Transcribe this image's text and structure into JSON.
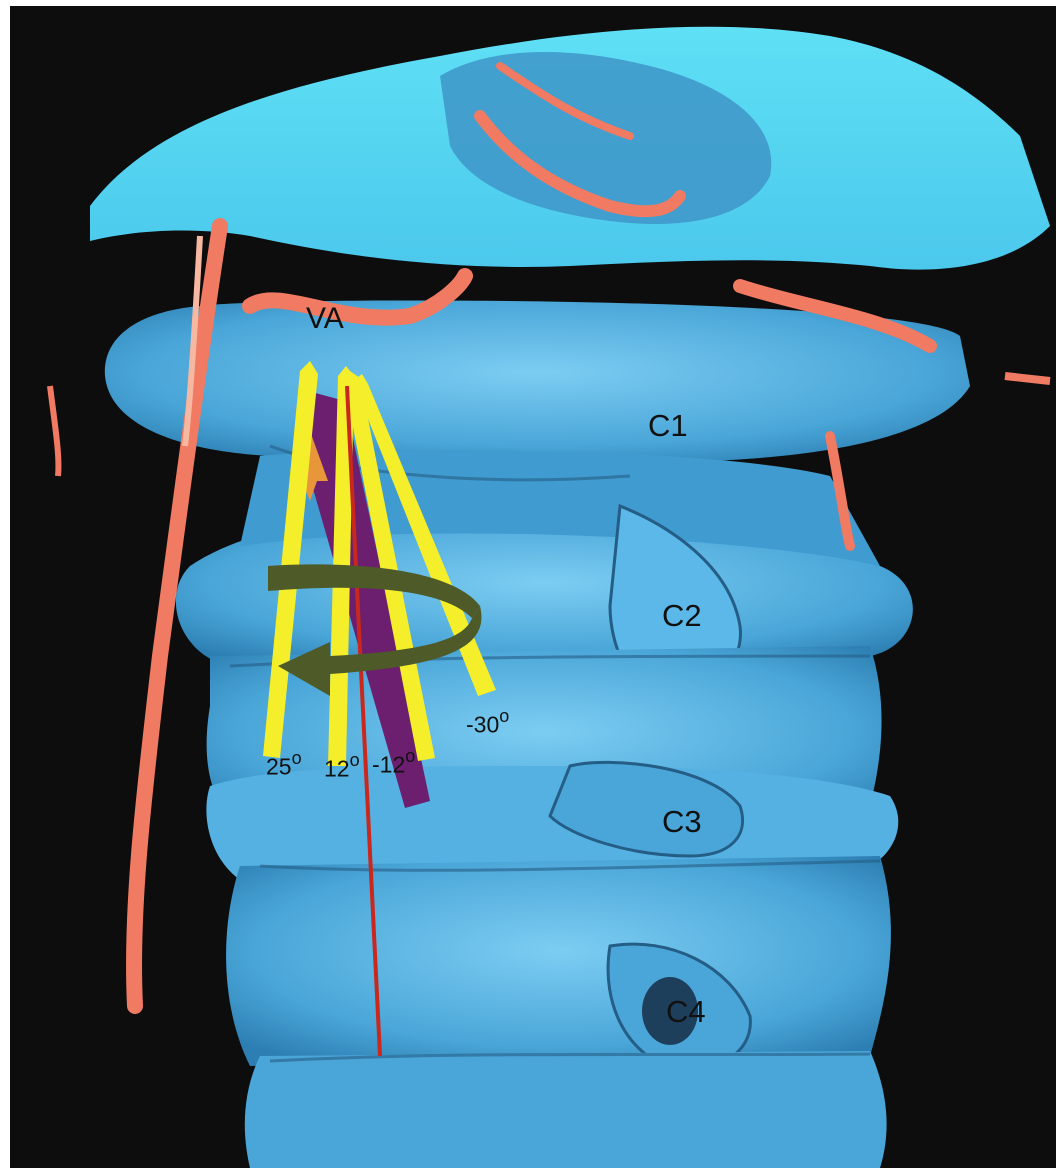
{
  "image": {
    "subject": "3D CT angiography rendering of the upper cervical spine, anterior view",
    "colors": {
      "background": "#0d0d0e",
      "bone": "#5bb8e8",
      "vessel": "#f07a62",
      "yellow_arrows": "#f5ee2a",
      "purple_arrow": "#6b1f6e",
      "orange_arrow": "#e8963a",
      "rotation_arrow": "#4e5a28",
      "reference_line": "#c8281e"
    }
  },
  "labels": {
    "va": "VA",
    "c1": "C1",
    "c2": "C2",
    "c3": "C3",
    "c4": "C4"
  },
  "angles": {
    "a25": "25",
    "a12_left": "12",
    "a12_right": "-12",
    "a30": "-30",
    "degree_symbol": "o"
  },
  "icons": [
    "yellow-trajectory-arrow",
    "purple-screw-arrow",
    "orange-arrow",
    "rotation-arrow-icon",
    "red-midline"
  ]
}
